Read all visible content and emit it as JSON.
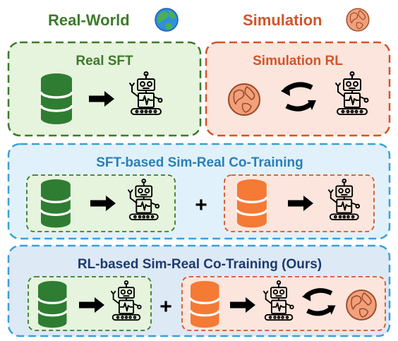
{
  "header": {
    "real_world": "Real-World",
    "simulation": "Simulation"
  },
  "panels": {
    "real_sft": {
      "title": "Real SFT"
    },
    "sim_rl": {
      "title": "Simulation RL"
    },
    "sft_cotrain": {
      "title": "SFT-based Sim-Real Co-Training",
      "plus": "+"
    },
    "rl_cotrain": {
      "title": "RL-based Sim-Real Co-Training (Ours)",
      "plus": "+"
    }
  },
  "colors": {
    "real_green": "#3d7a2a",
    "real_bg": "#e6f3dd",
    "sim_orange": "#d2552a",
    "sim_bg": "#fbe5dc",
    "sft_blue": "#3aa0d8",
    "sft_bg": "#e1f1fb",
    "rl_bg": "#dde9f5",
    "db_green": "#2e7d32",
    "db_orange": "#f47a36"
  },
  "icons": [
    "globe-icon",
    "database-icon",
    "robot-icon",
    "arrow-right-icon",
    "cycle-arrows-icon",
    "plus-icon"
  ]
}
